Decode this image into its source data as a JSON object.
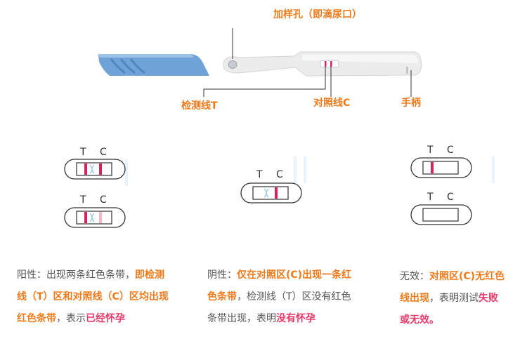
{
  "callouts": {
    "sample_hole": "加样孔（即滴尿口）",
    "test_line": "检测线T",
    "control_line": "对照线C",
    "handle": "手柄"
  },
  "strip_labels": {
    "t": "T",
    "c": "C"
  },
  "results": {
    "positive": {
      "prefix": "阳性：出现两条红色条带，",
      "highlight_orange": "即检测线（T）区和对照线（C）区均出现红色条带",
      "middle": "，表示",
      "highlight_pink": "已经怀孕"
    },
    "negative": {
      "prefix": "阴性：",
      "highlight_orange": "仅在对照区(C)出现一条红色条带",
      "middle": "，检测线（T）区没有红色条带出现，表明",
      "highlight_pink": "没有怀孕"
    },
    "invalid": {
      "prefix": "无效：",
      "highlight_orange": "对照区(C)无红色线出现",
      "middle": "，表明测试",
      "highlight_pink": "失败或无效。"
    }
  },
  "colors": {
    "accent_orange": "#f07a1a",
    "accent_pink": "#e83a6a",
    "cap_blue": "#6fa3d8",
    "band_red": "#d8245a"
  }
}
